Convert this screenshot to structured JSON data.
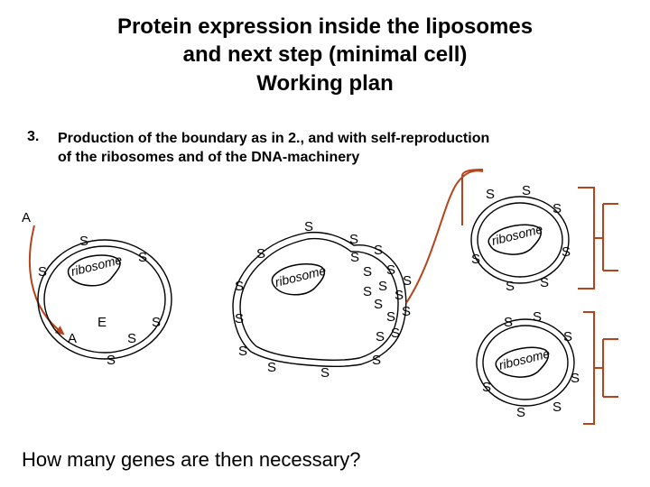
{
  "title": {
    "line1": "Protein expression inside the liposomes",
    "line2": "and next step (minimal cell)",
    "line3": "Working plan"
  },
  "step": {
    "number": "3.",
    "line1": "Production of the boundary as in 2., and with self-reproduction",
    "line2": "of the ribosomes and of the DNA-machinery"
  },
  "labels": {
    "a_top": "A",
    "a_inner": "A",
    "enzyme": "E",
    "s": "S",
    "ribosome": "ribosome"
  },
  "question": "How many genes are then necessary?",
  "colors": {
    "arrow": "#b5441c",
    "line": "#000000"
  }
}
